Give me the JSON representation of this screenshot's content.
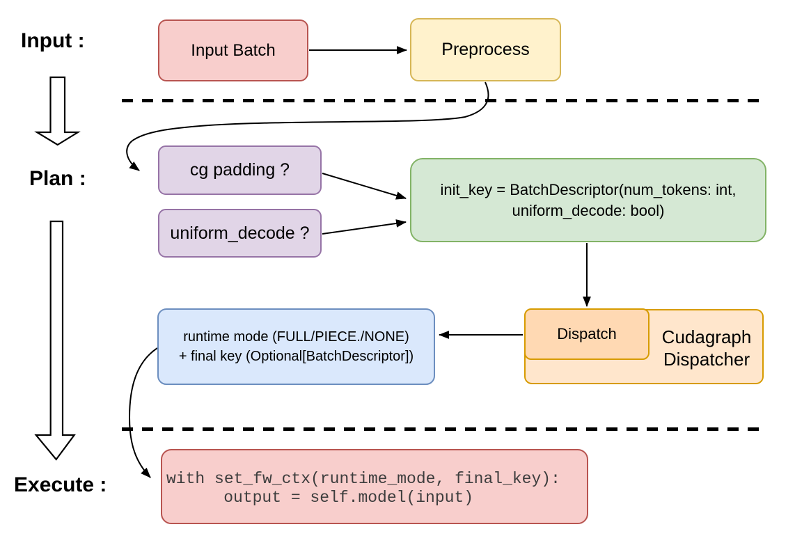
{
  "stage_labels": {
    "input": "Input :",
    "plan": "Plan :",
    "execute": "Execute :"
  },
  "nodes": {
    "input_batch": {
      "label": "Input Batch",
      "fill": "#f8cecc",
      "stroke": "#b85450"
    },
    "preprocess": {
      "label": "Preprocess",
      "fill": "#fff2cc",
      "stroke": "#d6b656"
    },
    "cg_padding": {
      "label": "cg padding ?",
      "fill": "#e1d5e7",
      "stroke": "#9673a6"
    },
    "uniform_decode": {
      "label": "uniform_decode ?",
      "fill": "#e1d5e7",
      "stroke": "#9673a6"
    },
    "init_key": {
      "line1": "init_key = BatchDescriptor(num_tokens: int,",
      "line2": "uniform_decode: bool)",
      "fill": "#d5e8d4",
      "stroke": "#82b366"
    },
    "dispatch": {
      "label": "Dispatch",
      "fill": "#ffd9b3",
      "stroke": "#d79b00"
    },
    "cudagraph_dispatcher": {
      "line1": "Cudagraph",
      "line2": "Dispatcher",
      "fill": "#ffe6cc",
      "stroke": "#d79b00"
    },
    "runtime_mode": {
      "line1": "runtime mode (FULL/PIECE./NONE)",
      "line2": "+ final key (Optional[BatchDescriptor])",
      "fill": "#dae8fc",
      "stroke": "#6c8ebf"
    },
    "execute_code": {
      "line1": "with set_fw_ctx(runtime_mode, final_key):",
      "line2": "    output = self.model(input)",
      "fill": "#f8cecc",
      "stroke": "#b85450"
    }
  },
  "connector_color": "#000000",
  "divider_color": "#000000"
}
